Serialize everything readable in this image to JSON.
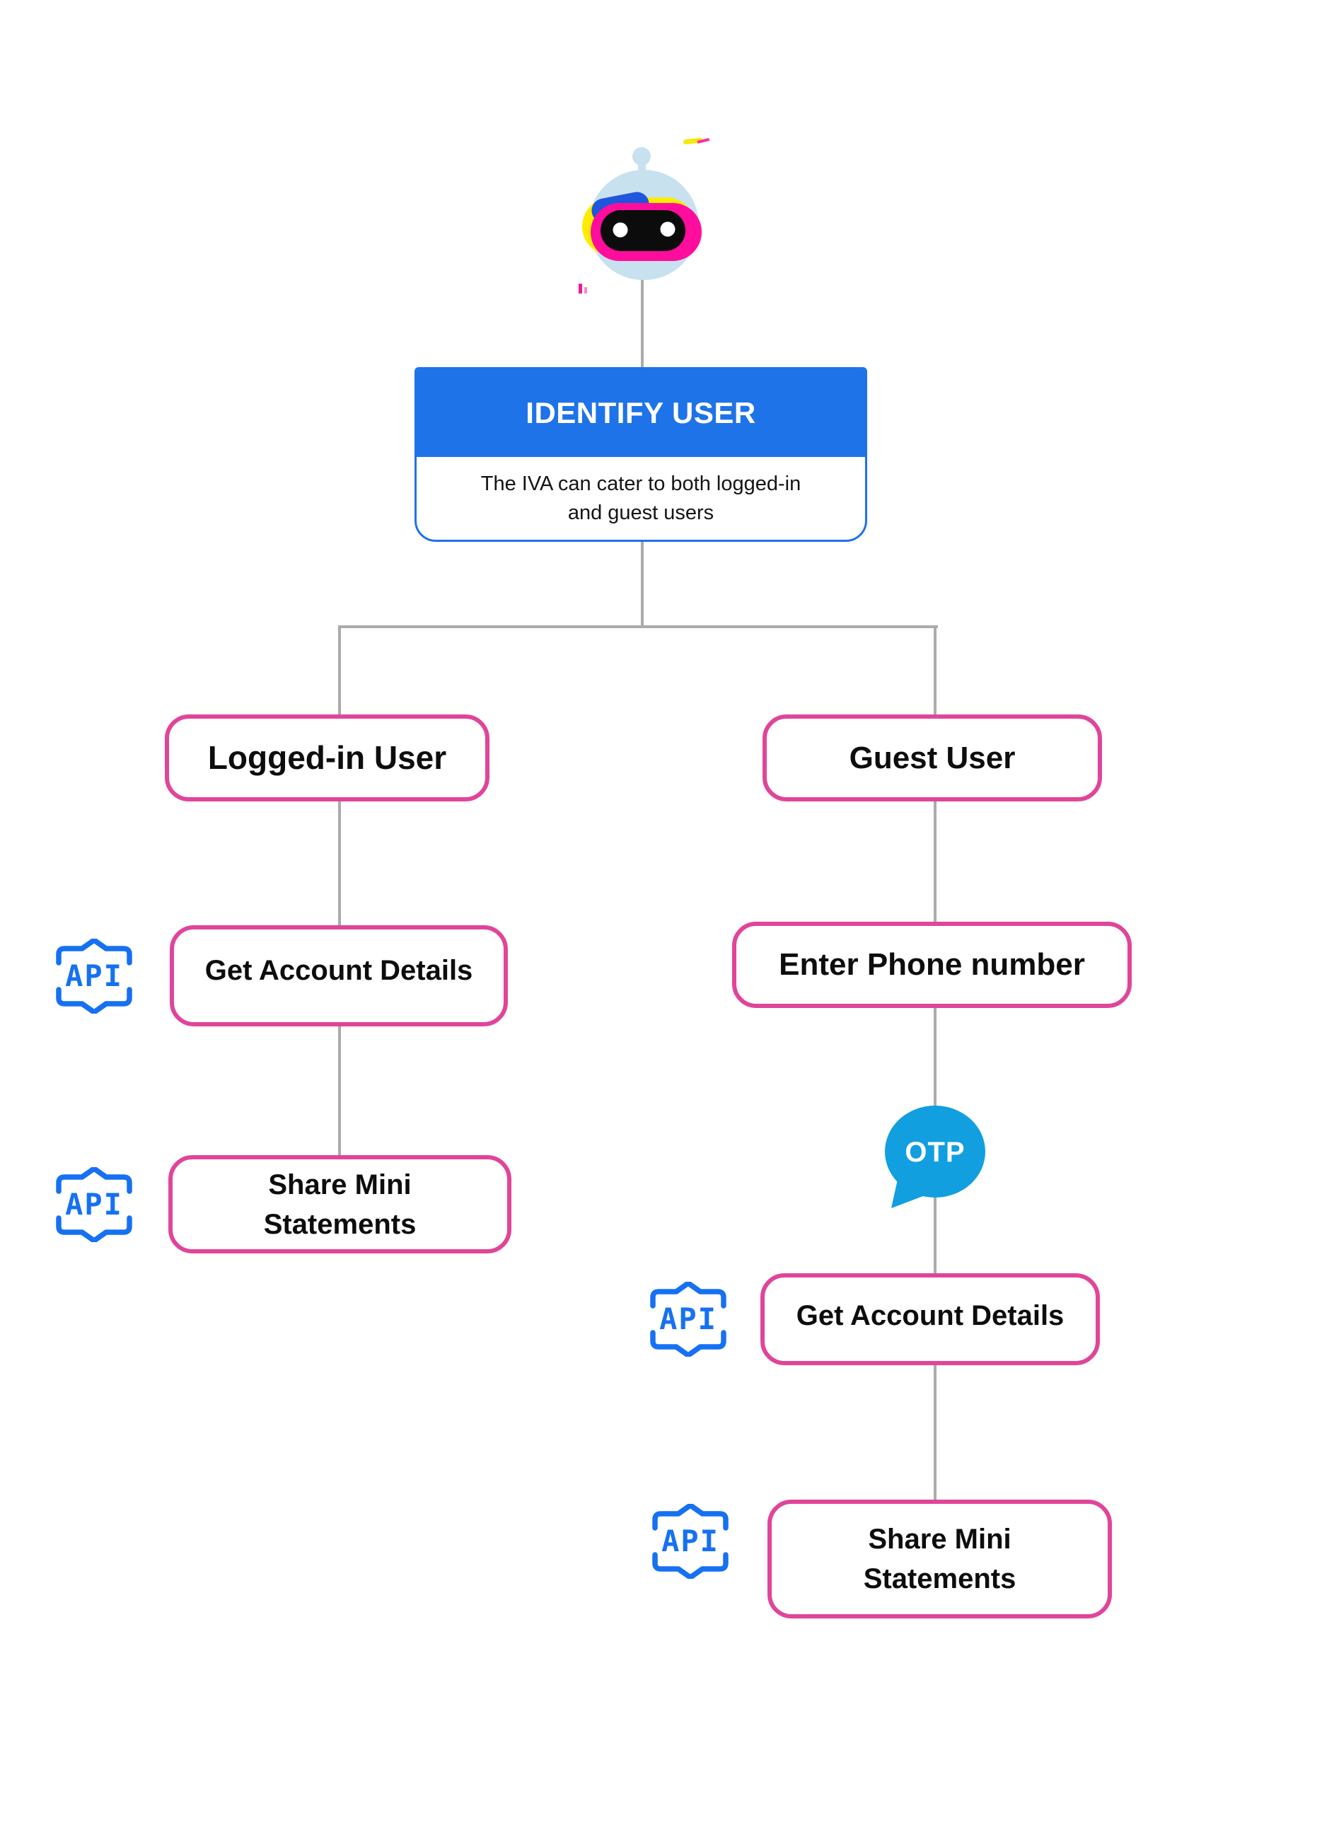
{
  "labels": {
    "api_badge": "API",
    "otp_badge": "OTP"
  },
  "colors": {
    "header_blue": "#1e73e8",
    "node_border_pink": "#e0459a",
    "api_badge_blue": "#1671f2",
    "otp_bubble_blue": "#119fe0",
    "connector_gray": "#ababab",
    "robot_head_blue": "#c7e1ef",
    "robot_goggle_yellow": "#ffec00",
    "robot_goggle_magenta": "#ff0d9c",
    "robot_goggle_blue": "#1e56dc",
    "text_black": "#0d0d0d"
  },
  "identify_user": {
    "title": "IDENTIFY USER",
    "description_line1": "The IVA can cater to both logged-in",
    "description_line2": "and guest users"
  },
  "nodes": {
    "logged_in_user": "Logged-in User",
    "guest_user": "Guest User",
    "get_account_details_left": "Get Account Details",
    "share_mini_statements_left": "Share Mini Statements",
    "enter_phone_number": "Enter Phone number",
    "get_account_details_right": "Get Account Details",
    "share_mini_statements_right": "Share Mini Statements"
  }
}
